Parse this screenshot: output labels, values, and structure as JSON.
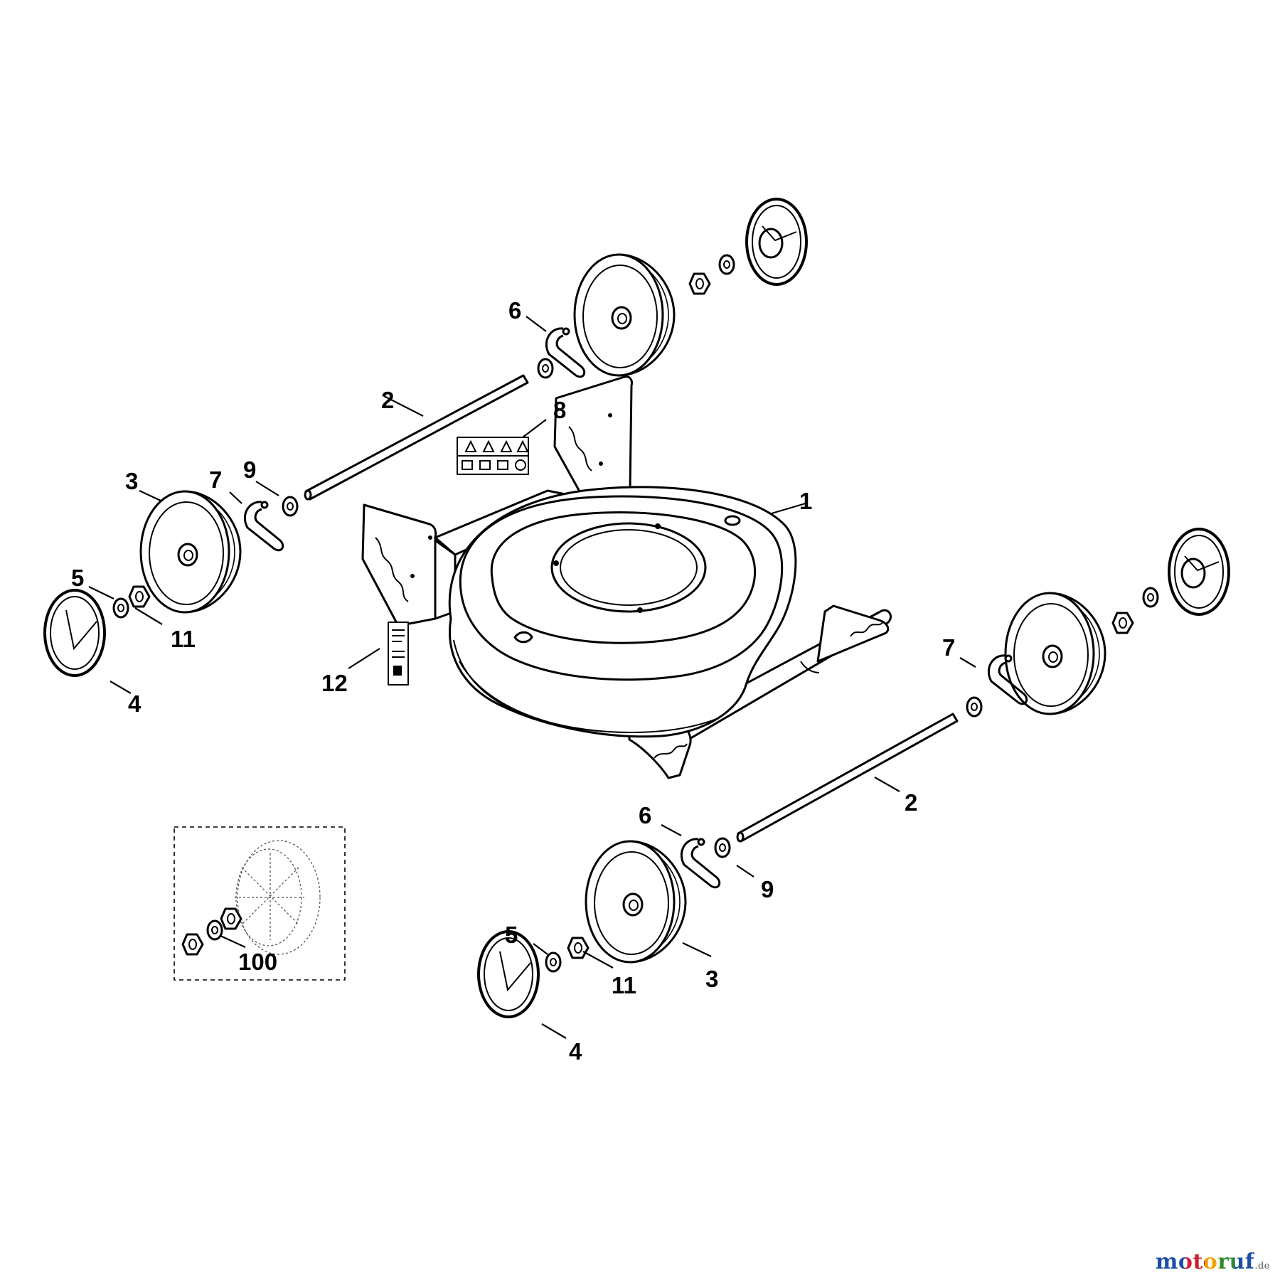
{
  "callouts": {
    "c1": "1",
    "c2_top": "2",
    "c2_bottom": "2",
    "c3_left": "3",
    "c3_bottom": "3",
    "c4_left": "4",
    "c4_bottom": "4",
    "c5_left": "5",
    "c5_bottom": "5",
    "c6_top": "6",
    "c6_bottom": "6",
    "c7_left": "7",
    "c7_right": "7",
    "c8": "8",
    "c9_left": "9",
    "c9_bottom": "9",
    "c11_left": "11",
    "c11_bottom": "11",
    "c12": "12",
    "c100": "100"
  },
  "logo": {
    "text": "motoruf",
    "tld": ".de"
  },
  "colors": {
    "ink": "#000000",
    "background": "#ffffff"
  }
}
